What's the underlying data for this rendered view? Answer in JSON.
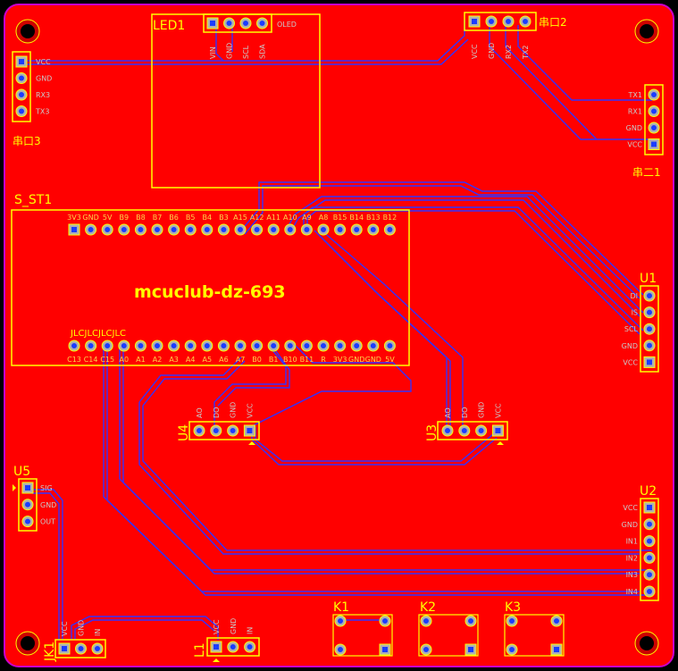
{
  "board": {
    "background": "#000000",
    "copper_color": "#ff0000",
    "outline_color": "#cc00cc",
    "silk_color": "#ffff00",
    "trace_color": "#3b3bff"
  },
  "labels": {
    "project": "mcuclub-dz-693",
    "jlc": "JLCJLCJLCJLC",
    "led1": "LED1",
    "oled": "OLED",
    "s_st1": "S_ST1",
    "uart2_top": "串口2",
    "uart3": "串口3",
    "uart2_right": "串二1",
    "u1": "U1",
    "u2": "U2",
    "u3": "U3",
    "u4": "U4",
    "u5": "U5",
    "l1": "L1",
    "jk1": "JK1",
    "k1": "K1",
    "k2": "K2",
    "k3": "K3"
  },
  "headers": {
    "oled_pins": [
      "VIN",
      "GND",
      "SCL",
      "SDA"
    ],
    "uart2_top_pins": [
      "VCC",
      "GND",
      "RX2",
      "TX2"
    ],
    "uart3_pins": [
      "VCC",
      "GND",
      "RX3",
      "TX3"
    ],
    "uart_right_pins": [
      "TX1",
      "RX1",
      "GND",
      "VCC"
    ],
    "u1_pins": [
      "DI",
      "IS",
      "SCL",
      "GND",
      "VCC"
    ],
    "u2_pins": [
      "VCC",
      "GND",
      "IN1",
      "IN2",
      "IN3",
      "IN4"
    ],
    "u3_pins": [
      "AO",
      "DO",
      "GND",
      "VCC"
    ],
    "u4_pins": [
      "AO",
      "DO",
      "GND",
      "VCC"
    ],
    "u5_pins": [
      "SIG",
      "GND",
      "OUT"
    ],
    "l1_pins": [
      "VCC",
      "GND",
      "IN"
    ],
    "jk1_pins": [
      "VCC",
      "GND",
      "IN"
    ],
    "mcu_top_pins": [
      "3V3",
      "GND",
      "5V",
      "B9",
      "B8",
      "B7",
      "B6",
      "B5",
      "B4",
      "B3",
      "A15",
      "A12",
      "A11",
      "A10",
      "A9",
      "A8",
      "B15",
      "B14",
      "B13",
      "B12"
    ],
    "mcu_bottom_pins": [
      "C13",
      "C14",
      "C15",
      "A0",
      "A1",
      "A2",
      "A3",
      "A4",
      "A5",
      "A6",
      "A7",
      "B0",
      "B1",
      "B10",
      "B11",
      "R",
      "3V3",
      "GND",
      "GND",
      "5V"
    ]
  },
  "icons": {
    "mounting_hole": "mounting-hole-icon",
    "pin1_marker": "triangle-marker-icon"
  }
}
